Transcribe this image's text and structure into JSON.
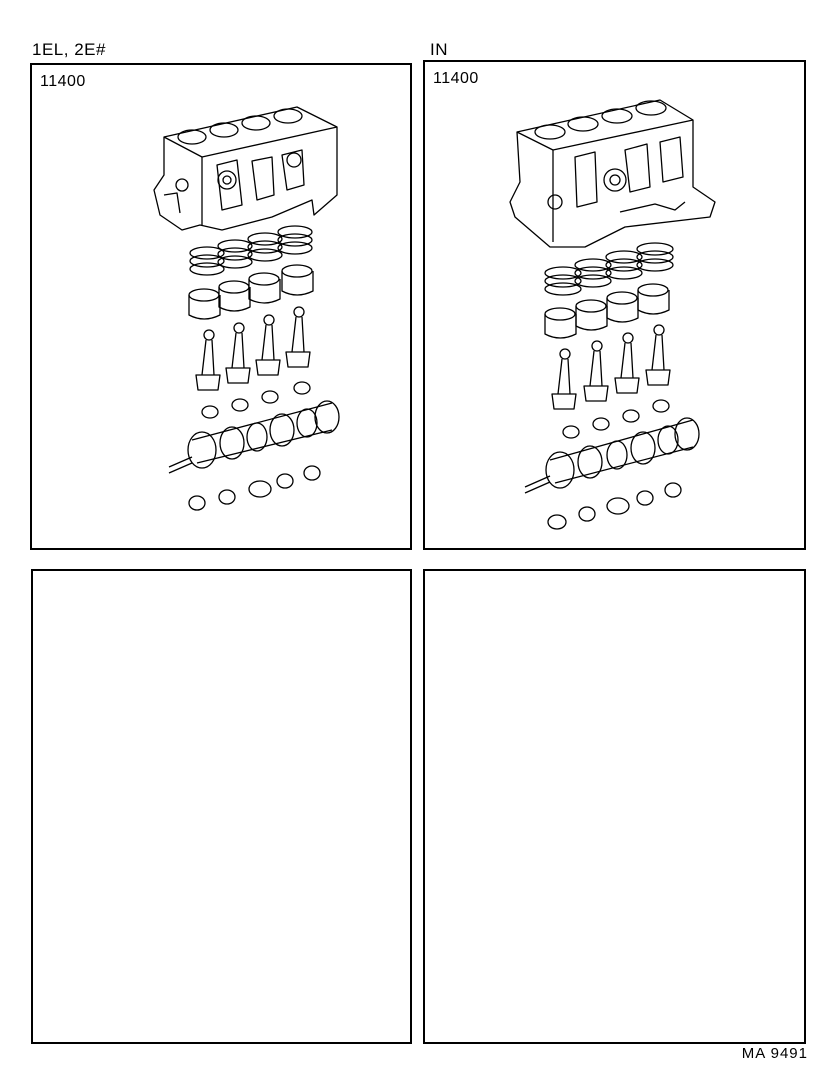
{
  "page": {
    "left_header": "1EL, 2E#",
    "right_header": "IN",
    "footer_code": "MA  9491"
  },
  "panels": [
    {
      "part_number": "11400",
      "illustration": "engine-block-assembly"
    },
    {
      "part_number": "11400",
      "illustration": "engine-block-assembly"
    },
    {
      "part_number": "",
      "illustration": ""
    },
    {
      "part_number": "",
      "illustration": ""
    }
  ]
}
